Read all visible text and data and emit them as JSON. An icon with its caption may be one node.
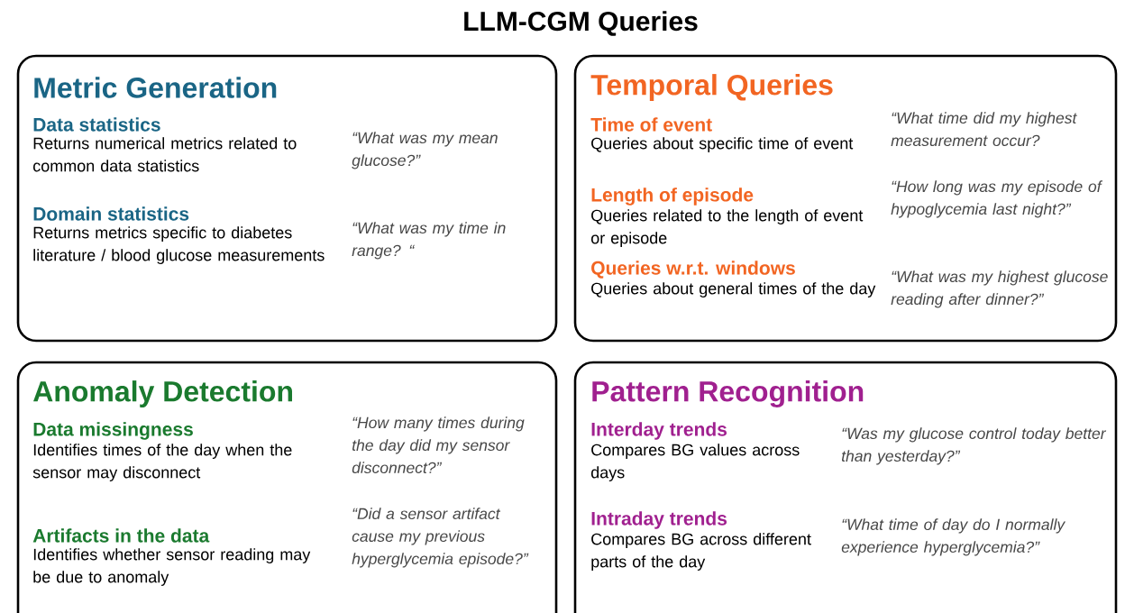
{
  "diagram": {
    "title": "LLM-CGM Queries",
    "nodes": [
      {
        "text": [
          "Metric Generation",
          "Data statistics",
          "Returns numerical metrics related to common data statistics",
          "“What was my mean glucose?”",
          "Domain statistics",
          "Returns metrics specific to diabetes literature / blood glucose measurements",
          "“What was my time in range? “"
        ]
      },
      {
        "text": [
          "Temporal Queries",
          "Time of event",
          "Queries about specific time of event",
          "“What time did my highest measurement occur?",
          "Length of episode",
          "Queries related to the length of event or episode",
          "“How long was my episode of hypoglycemia last night?”",
          "Queries w.r.t. windows",
          "Queries about general times of the day",
          "“What was my highest glucose reading after dinner?”"
        ]
      },
      {
        "text": [
          "Anomaly Detection",
          "Data missingness",
          "Identifies times of the day when the sensor may disconnect",
          "“How many times during the day did my sensor disconnect?”",
          "Artifacts in the data",
          "Identifies whether sensor reading may be due to anomaly",
          "“Did a sensor artifact cause my previous hyperglycemia episode?”"
        ]
      },
      {
        "text": [
          "Pattern Recognition",
          "Interday trends",
          "Compares BG values across days",
          "“Was my glucose control today better than yesterday?”",
          "Intraday trends",
          "Compares BG across different parts of the day",
          "“What time of day do I normally experience hyperglycemia?”"
        ]
      }
    ]
  }
}
